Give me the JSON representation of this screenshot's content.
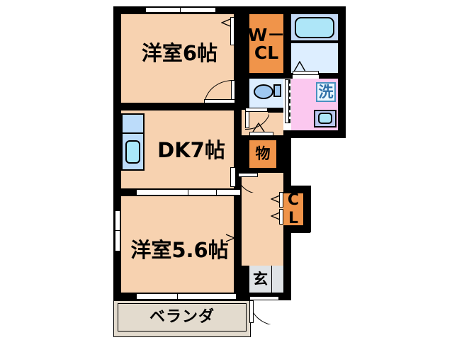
{
  "plan": {
    "type": "apartment-floor-plan",
    "layout_name": "2DK",
    "rooms": [
      {
        "id": "washitsu6",
        "label": "洋室6帖",
        "size_jo": 6,
        "kind": "western-room",
        "fill": "#f7d2b0"
      },
      {
        "id": "dk7",
        "label": "DK7帖",
        "size_jo": 7,
        "kind": "dining-kitchen",
        "fill": "#f7d2b0"
      },
      {
        "id": "washitsu56",
        "label": "洋室5.6帖",
        "size_jo": 5.6,
        "kind": "western-room",
        "fill": "#f7d2b0"
      },
      {
        "id": "wcl",
        "label": "W－CL",
        "kind": "walk-in-closet",
        "fill": "#f0944a"
      },
      {
        "id": "cl",
        "label": "CL",
        "kind": "closet",
        "fill": "#f0944a"
      },
      {
        "id": "mono",
        "label": "物",
        "kind": "storage",
        "fill": "#f0944a"
      },
      {
        "id": "genkan",
        "label": "玄",
        "kind": "entrance",
        "fill": "#dfe3e6"
      },
      {
        "id": "veranda",
        "label": "ベランダ",
        "kind": "balcony",
        "fill": "#e3dbce"
      },
      {
        "id": "sen",
        "label": "洗",
        "kind": "washing-machine-space",
        "fill": "#fbc8ef"
      }
    ],
    "labels": {
      "washitsu6": "洋室6帖",
      "dk7": "DK7帖",
      "washitsu56": "洋室5.6帖",
      "wcl_line1": "W－",
      "wcl_line2": "CL",
      "cl_line1": "C",
      "cl_line2": "L",
      "mono": "物",
      "genkan": "玄",
      "veranda": "ベランダ",
      "sen": "洗"
    },
    "fixtures": [
      {
        "name": "bathtub",
        "room": "bathroom"
      },
      {
        "name": "kitchen-sink",
        "room": "dk7"
      },
      {
        "name": "toilet",
        "room": "toilet"
      },
      {
        "name": "washing-machine",
        "room": "washroom"
      },
      {
        "name": "lavatory-basin",
        "room": "washroom"
      }
    ],
    "colors": {
      "wall": "#000000",
      "room_floor": "#f7d2b0",
      "closet": "#f0944a",
      "bath": "#c3d9f5",
      "toilet": "#ddeeff",
      "washroom": "#fbc8ef",
      "entrance": "#dfe3e6",
      "veranda": "#e3dbce",
      "fixture": "#aee6f8",
      "background": "#ffffff"
    }
  }
}
